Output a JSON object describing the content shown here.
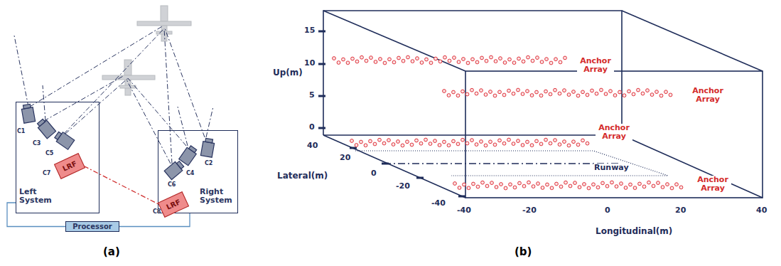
{
  "diagram": {
    "nodes": [
      {
        "text": [
          "Left System"
        ]
      },
      {
        "text": [
          "LRF"
        ],
        "in": 0
      },
      {
        "text": [
          "Right System"
        ]
      },
      {
        "text": [
          "LRF"
        ],
        "in": 2
      },
      {
        "text": [
          "Processor"
        ]
      }
    ],
    "edges": [
      {
        "from": 0,
        "to": 4,
        "arrow": "none"
      },
      {
        "from": 2,
        "to": 4,
        "arrow": "none"
      },
      {
        "from": 1,
        "to": 3,
        "arrow": "none"
      }
    ],
    "labels": [
      "C1",
      "C3",
      "C5",
      "C7",
      "C2",
      "C4",
      "C6",
      "C8",
      "(a)",
      "(b)",
      "Up(m)",
      "15",
      "10",
      "5",
      "0",
      "Lateral(m)",
      "40",
      "20",
      "0",
      "-20",
      "-40",
      "Longitudinal(m)",
      "-40",
      "-20",
      "0",
      "20",
      "40",
      "Anchor Array",
      "Anchor Array",
      "Anchor Array",
      "Anchor Array",
      "Runway"
    ]
  }
}
